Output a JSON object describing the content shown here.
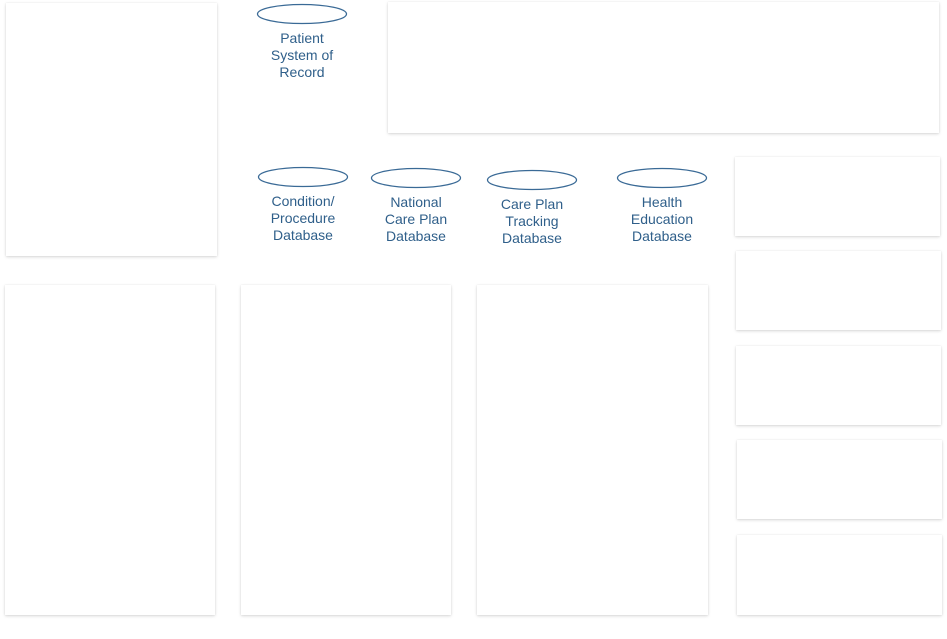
{
  "colors": {
    "database_stroke": "#3a6a96",
    "database_label": "#2f5f8a",
    "panel_background": "#ffffff"
  },
  "databases": [
    {
      "label": "Patient\nSystem of\nRecord",
      "icon": "database-icon"
    },
    {
      "label": "Condition/\nProcedure\nDatabase",
      "icon": "database-icon"
    },
    {
      "label": "National\nCare Plan\nDatabase",
      "icon": "database-icon"
    },
    {
      "label": "Care Plan\nTracking\nDatabase",
      "icon": "database-icon"
    },
    {
      "label": "Health\nEducation\nDatabase",
      "icon": "database-icon"
    }
  ]
}
